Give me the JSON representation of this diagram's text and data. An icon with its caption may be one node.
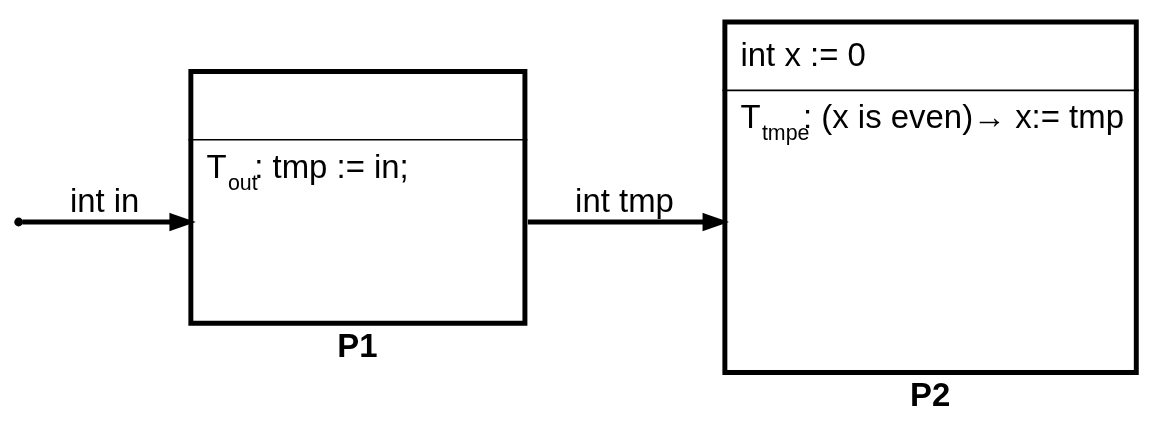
{
  "diagram": {
    "nodes": [
      {
        "text": [
          "T$_{out}$: tmp := in;"
        ],
        "beside": [
          "P1"
        ]
      },
      {
        "text": [
          "int x := 0",
          "T$_{tmpe}$: (x is even)→ x:= tmp"
        ],
        "beside": [
          "P2"
        ]
      }
    ],
    "edges": [
      {
        "from": null,
        "to": 0,
        "arrow": "to",
        "label": "int in"
      },
      {
        "from": 0,
        "to": 1,
        "arrow": "to",
        "label": "int tmp"
      }
    ]
  }
}
